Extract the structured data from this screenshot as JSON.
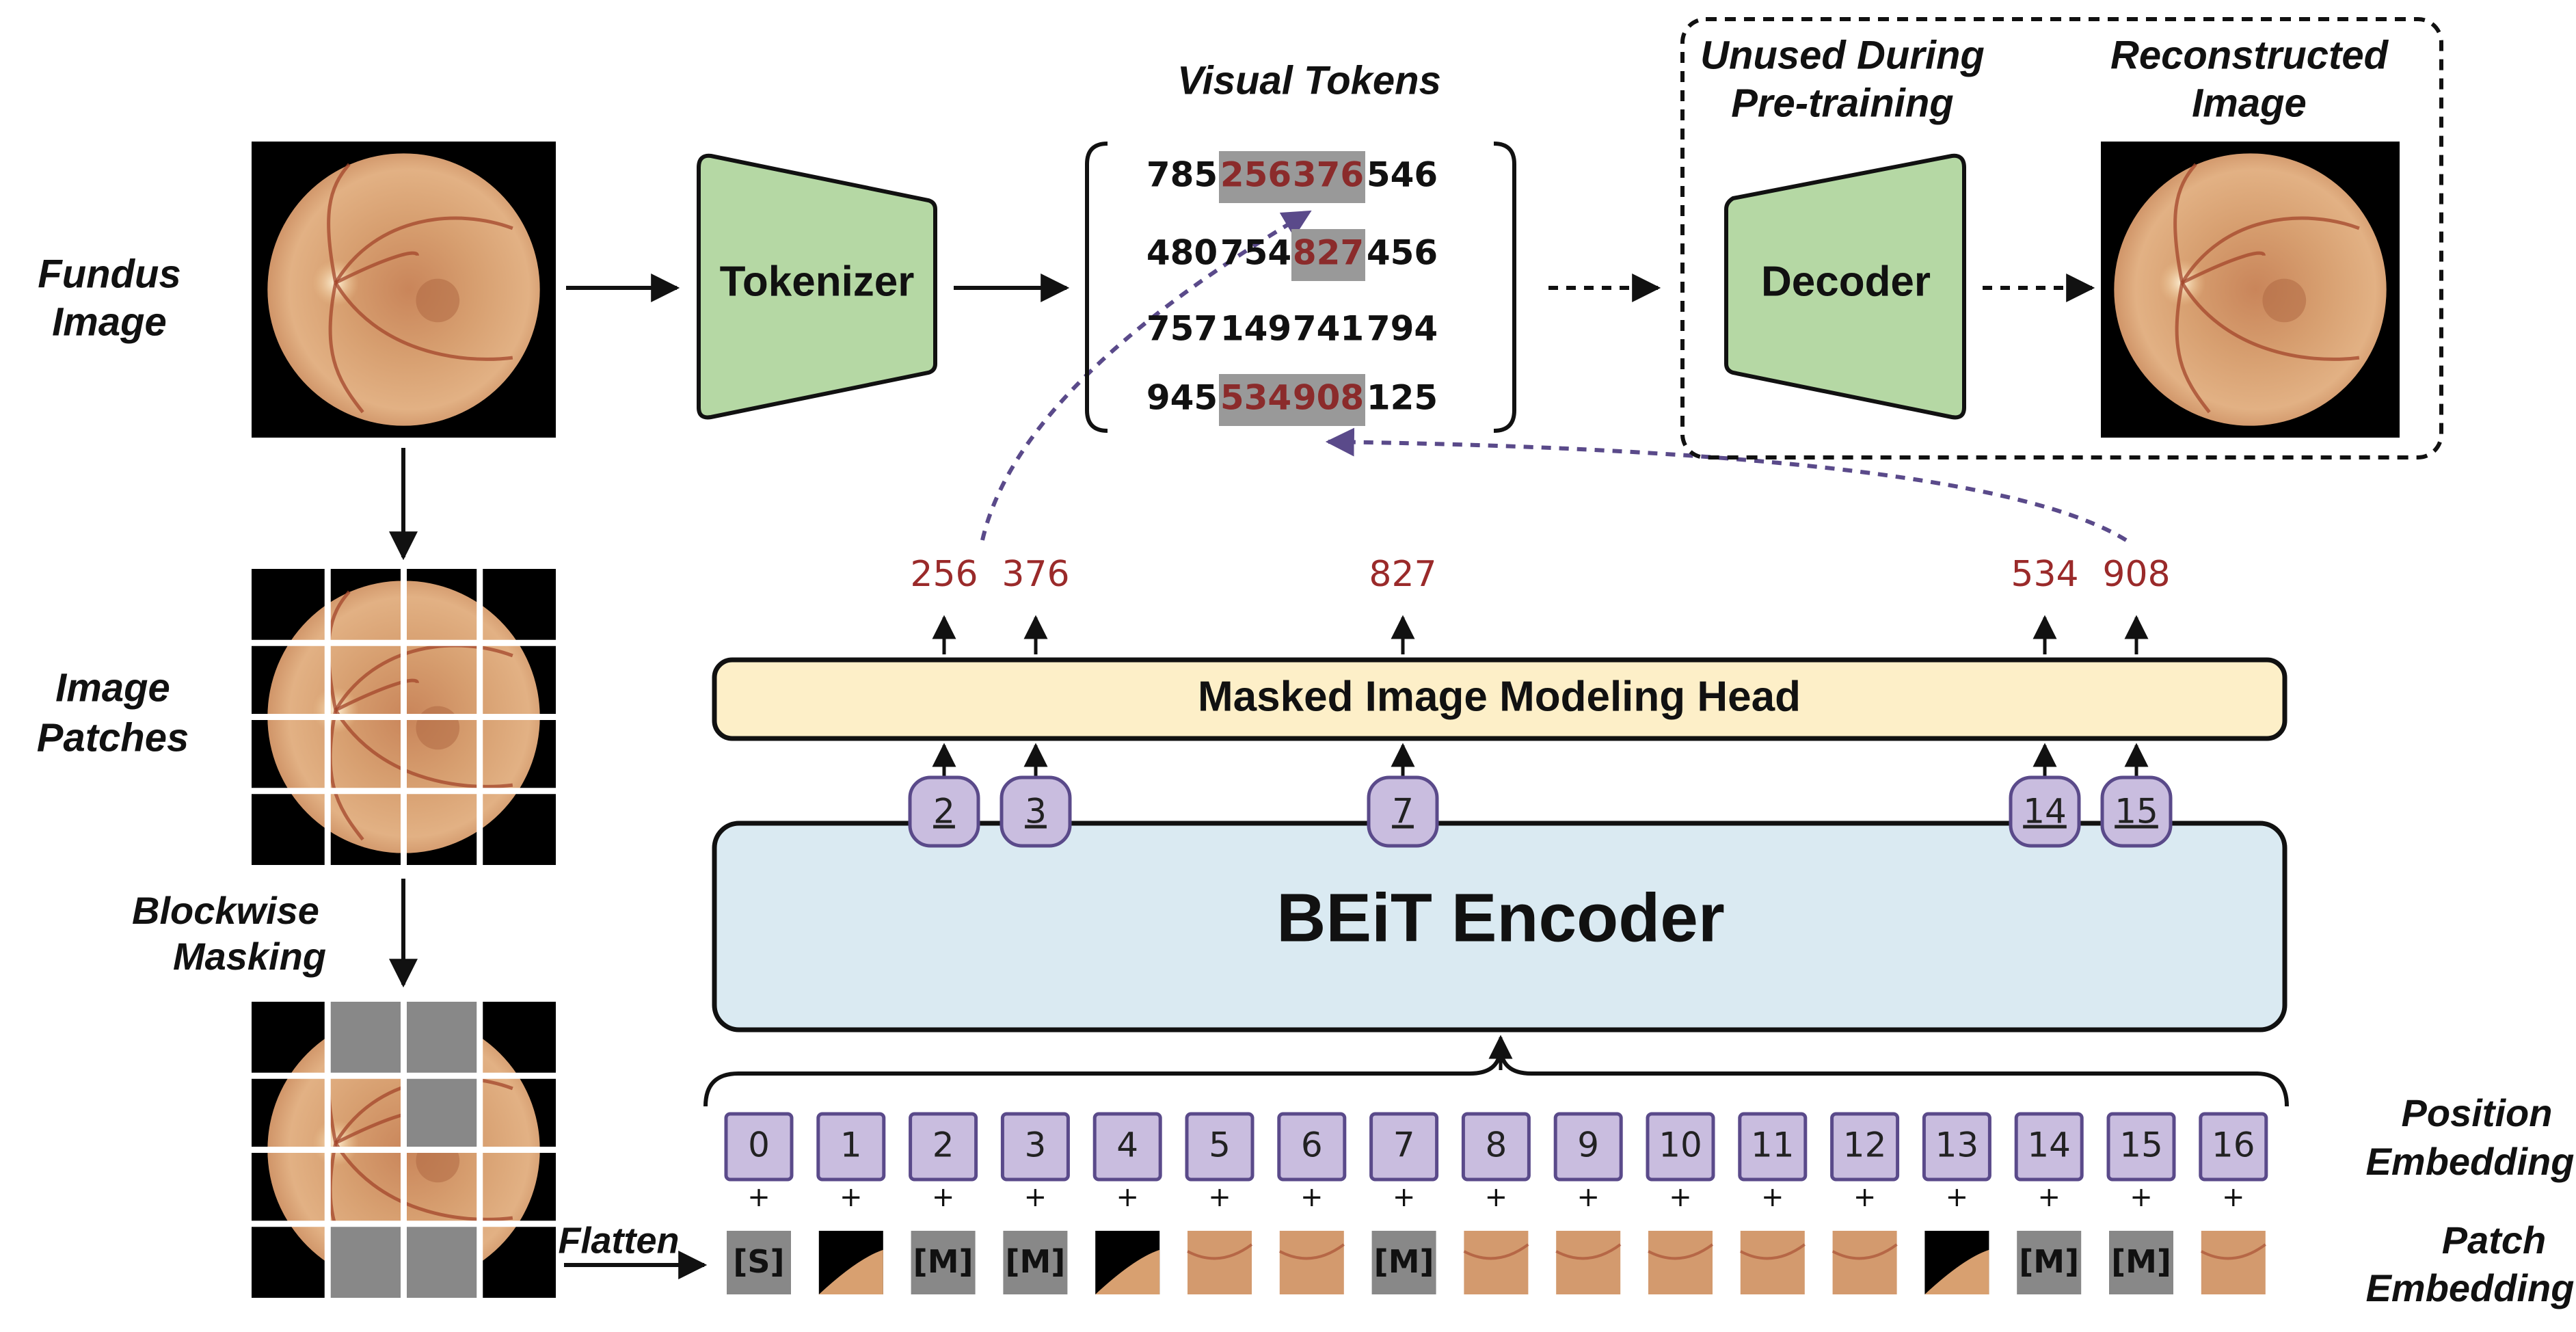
{
  "labels": {
    "fundus_image": [
      "Fundus",
      "Image"
    ],
    "image_patches": [
      "Image",
      "Patches"
    ],
    "blockwise_masking": [
      "Blockwise",
      "Masking"
    ],
    "flatten": "Flatten",
    "visual_tokens": "Visual Tokens",
    "unused_during_pretraining": [
      "Unused During",
      "Pre-training"
    ],
    "reconstructed_image": [
      "Reconstructed",
      "Image"
    ],
    "position_embedding": [
      "Position",
      "Embedding"
    ],
    "patch_embedding": [
      "Patch",
      "Embedding"
    ]
  },
  "boxes": {
    "tokenizer": "Tokenizer",
    "decoder": "Decoder",
    "mim_head": "Masked Image Modeling Head",
    "encoder": "BEiT Encoder"
  },
  "token_grid": [
    [
      "785",
      "256",
      "376",
      "546"
    ],
    [
      "480",
      "754",
      "827",
      "456"
    ],
    [
      "757",
      "149",
      "741",
      "794"
    ],
    [
      "945",
      "534",
      "908",
      "125"
    ]
  ],
  "masked_token_positions": [
    [
      0,
      1
    ],
    [
      0,
      2
    ],
    [
      1,
      2
    ],
    [
      3,
      1
    ],
    [
      3,
      2
    ]
  ],
  "predicted_tokens": [
    "256",
    "376",
    "827",
    "534",
    "908"
  ],
  "masked_indices": [
    "2",
    "3",
    "7",
    "14",
    "15"
  ],
  "position_indices": [
    "0",
    "1",
    "2",
    "3",
    "4",
    "5",
    "6",
    "7",
    "8",
    "9",
    "10",
    "11",
    "12",
    "13",
    "14",
    "15",
    "16"
  ],
  "plus_sign": "+",
  "patch_embedding_tokens": {
    "special": "[S]",
    "mask": "[M]",
    "sequence": [
      "S",
      "black",
      "M",
      "M",
      "black",
      "fundus",
      "fundus",
      "M",
      "fundus",
      "fundus",
      "fundus",
      "fundus",
      "fundus",
      "black",
      "M",
      "M",
      "fundus"
    ]
  },
  "masked_patch_grid": [
    [
      0,
      1,
      1,
      0
    ],
    [
      0,
      0,
      1,
      0
    ],
    [
      0,
      0,
      0,
      0
    ],
    [
      0,
      1,
      1,
      0
    ]
  ],
  "colors": {
    "box_green": "#b5d8a4",
    "head_cream": "#fdefc8",
    "encoder_blue": "#daeaf2",
    "pos_lavender": "#c9bddf",
    "mask_gray": "#888888",
    "token_red": "#8b2b2b",
    "arrow_purple": "#5a4a8a",
    "retina_orange": "#d39a6e"
  },
  "icons": [
    "fundus-photo",
    "retina-patch",
    "dashed-arrow",
    "solid-arrow",
    "curly-brace"
  ]
}
